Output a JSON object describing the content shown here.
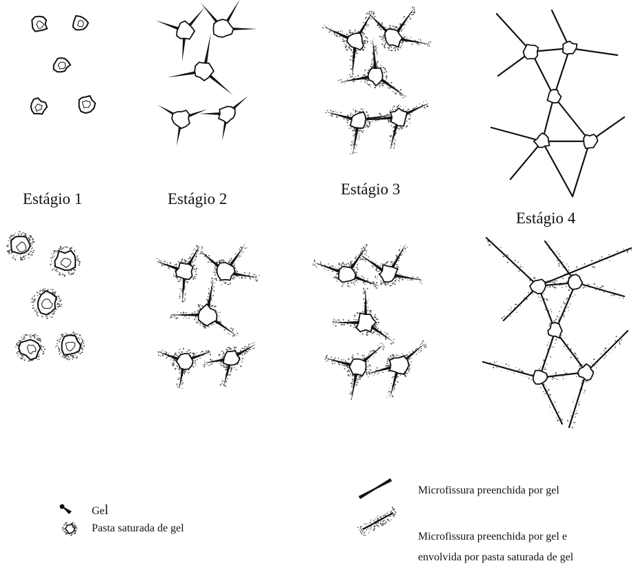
{
  "stages": {
    "stage1": "Estágio 1",
    "stage2": "Estágio 2",
    "stage3": "Estágio 3",
    "stage4": "Estágio 4"
  },
  "legend": {
    "gel_prefix": "Ge",
    "gel_suffix": "l",
    "pasta": "Pasta saturada de gel",
    "microfissura": "Microfissura preenchida por gel",
    "microfissura_envolvida_line1": "Microfissura preenchida por gel e",
    "microfissura_envolvida_line2": "envolvida por pasta saturada de gel"
  },
  "colors": {
    "ink": "#111111",
    "stipple": "#555555"
  }
}
